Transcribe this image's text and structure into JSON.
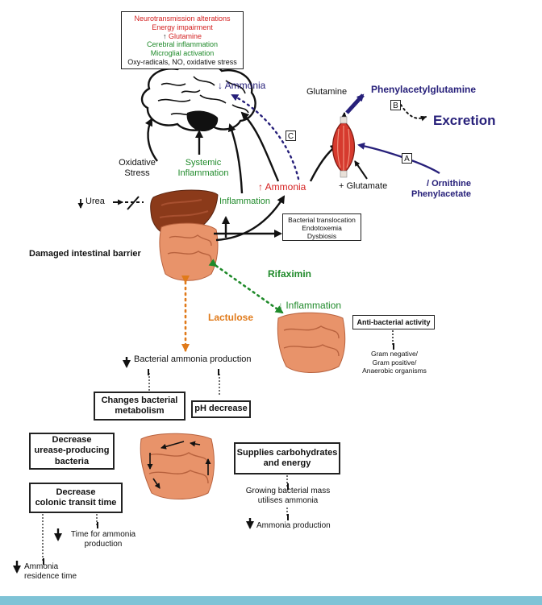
{
  "brain_effects": {
    "lines": [
      {
        "text": "Neurotransmission alterations",
        "color": "#d42020"
      },
      {
        "text": "Energy impairment",
        "color": "#d42020"
      },
      {
        "text": "Glutamine",
        "color": "#d42020",
        "prefix": "↑"
      },
      {
        "text": "Cerebral inflammation",
        "color": "#1f8a2a"
      },
      {
        "text": "Microglial activation",
        "color": "#1f8a2a"
      },
      {
        "text": "Oxy-radicals, NO, oxidative stress",
        "color": "#111111"
      }
    ]
  },
  "labels": {
    "brain_ammonia": "Ammonia",
    "glutamine": "Glutamine",
    "pag": "Phenylacetylglutamine",
    "excretion": "Excretion",
    "box_b": "B",
    "box_c": "C",
    "box_a": "A",
    "oxidative_stress": "Oxidative\nStress",
    "systemic_inflammation": "Systemic\nInflammation",
    "ammonia_mid": "Ammonia",
    "glutamate": "+  Glutamate",
    "ornithine": "/ Ornithine\nPhenylacetate",
    "urea": "Urea",
    "inflammation_mid": "Inflammation",
    "translocation": "Bacterial translocation\nEndotoxemia\nDysbiosis",
    "damaged_barrier": "Damaged intestinal barrier",
    "rifaximin": "Rifaximin",
    "inflammation_right": "Inflammation",
    "anti_bacterial": "Anti-bacterial activity",
    "organisms": "Gram negative/\nGram positive/\nAnaerobic organisms",
    "lactulose": "Lactulose",
    "bacterial_ammonia": "Bacterial ammonia production",
    "changes_metabolism": "Changes bacterial\nmetabolism",
    "ph_decrease": "pH decrease",
    "decrease_urease": "Decrease\nurease-producing\nbacteria",
    "supplies_carbs": "Supplies carbohydrates\nand energy",
    "decrease_transit": "Decrease\ncolonic transit time",
    "growing_mass": "Growing bacterial mass\nutilises ammonia",
    "time_ammonia": "Time for ammonia\nproduction",
    "ammonia_production": "Ammonia production",
    "residence_time": "Ammonia\nresidence time"
  },
  "colors": {
    "red": "#d42020",
    "green": "#1f8a2a",
    "navy": "#27207a",
    "orange": "#e07a1a",
    "liver": "#8b3a1a",
    "intestine": "#e8936a",
    "footer": "#7fc3d6"
  },
  "icons": {
    "brain": "brain-icon",
    "muscle": "muscle-icon",
    "liver": "liver-icon",
    "intestine": "intestine-icon"
  }
}
